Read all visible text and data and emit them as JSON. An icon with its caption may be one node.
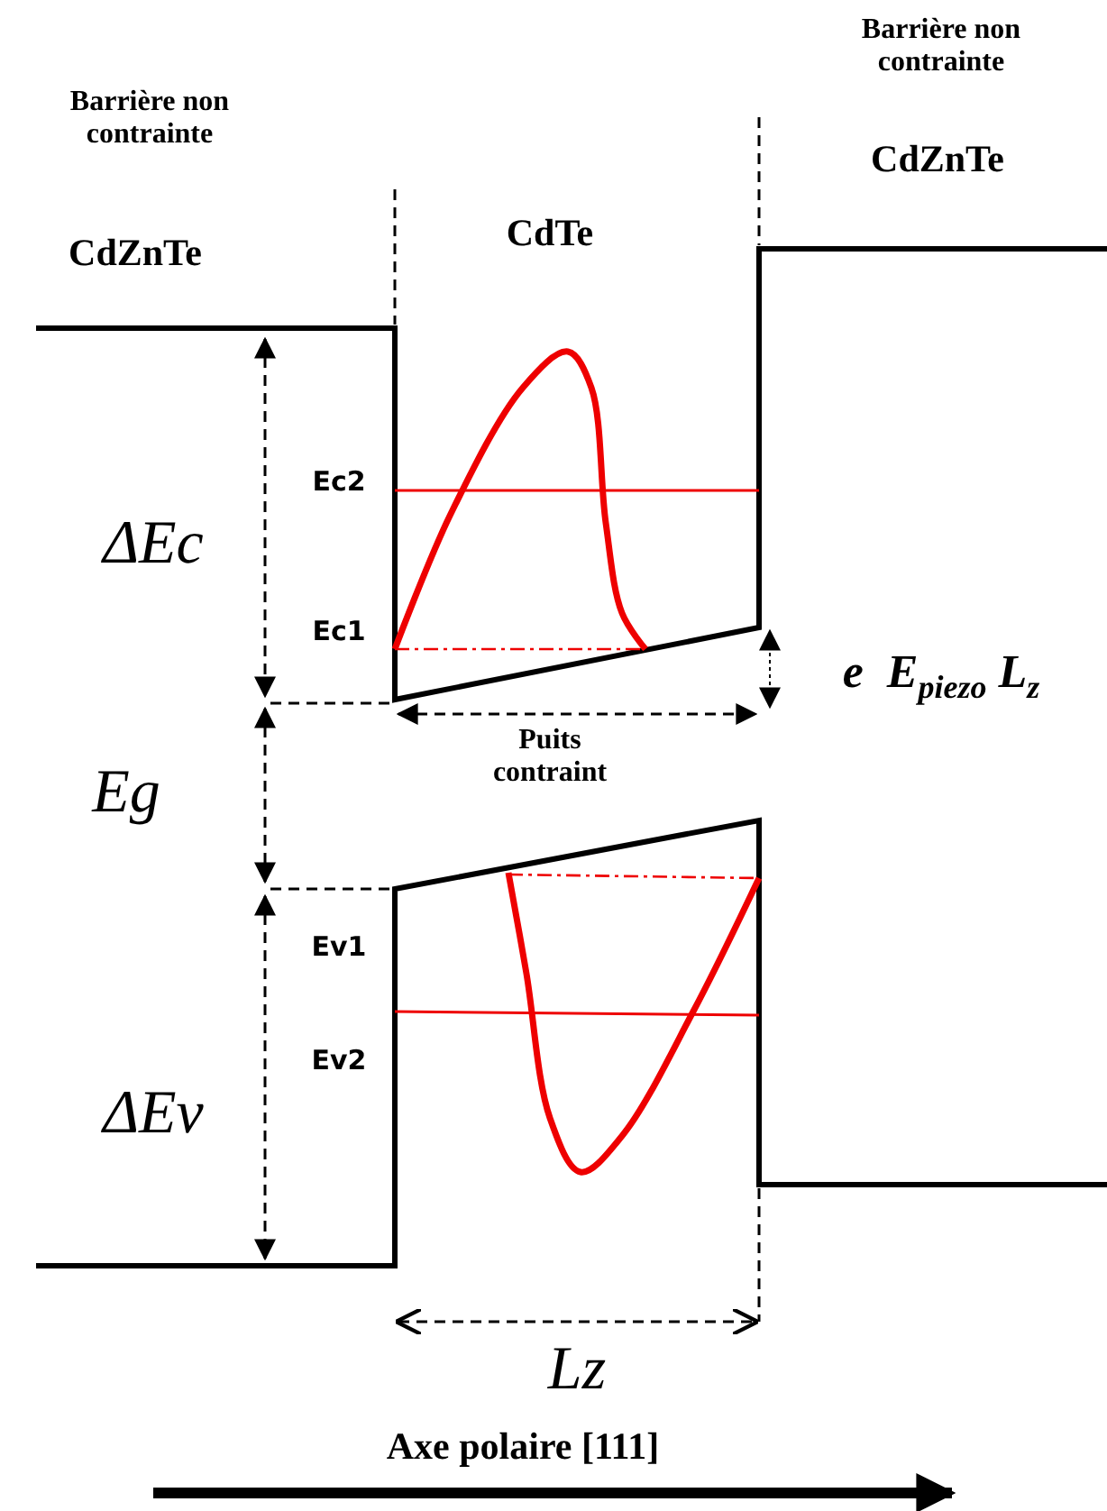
{
  "diagram": {
    "labels": [
      "Barrière non contrainte",
      "Barrière non contrainte",
      "CdZnTe",
      "CdTe",
      "CdZnTe",
      "Ec2",
      "ΔEc",
      "Ec1",
      "e  E$_{piezo}$ L$_{z}$",
      "Puits contraint",
      "Eg",
      "Ev1",
      "ΔEv",
      "Ev2",
      "Lz",
      "Axe polaire [111]"
    ]
  }
}
